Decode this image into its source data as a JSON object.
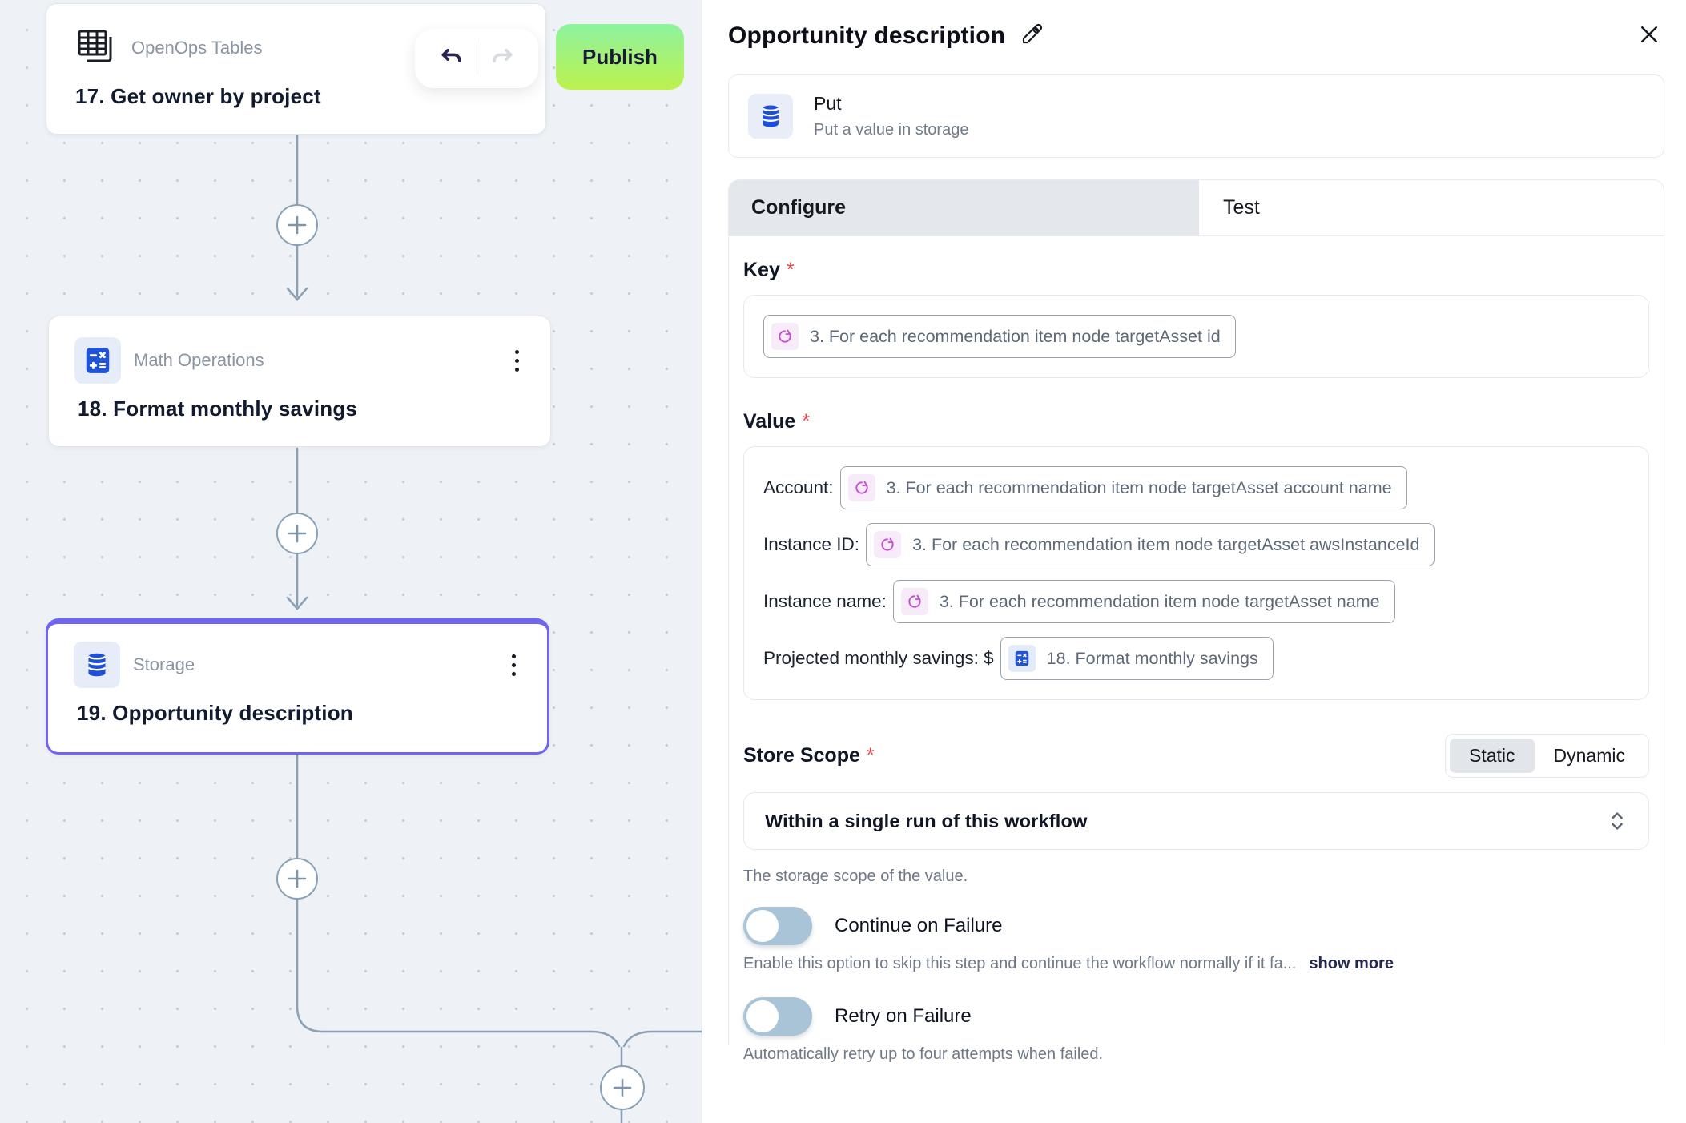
{
  "ui": {
    "required_marker": "*"
  },
  "colors": {
    "accent_selected_node": "#6f65f1",
    "publish_gradient_top": "#8df39f",
    "publish_gradient_bottom": "#bdf14e",
    "connector": "#8aa0b6",
    "app_icon_blue": "#1d4fd8",
    "loop_token_pink": "#c44fd0",
    "required_red": "#e5484d",
    "toggle_off_track": "#a9c4d6"
  },
  "canvas": {
    "toolbar": {
      "publish_label": "Publish",
      "undo_icon": "undo-icon",
      "redo_icon": "redo-icon"
    },
    "nodes": [
      {
        "app": "OpenOps Tables",
        "title": "17. Get owner by project",
        "icon": "tables-icon"
      },
      {
        "app": "Math Operations",
        "title": "18. Format monthly savings",
        "icon": "calculator-icon"
      },
      {
        "app": "Storage",
        "title": "19. Opportunity description",
        "icon": "database-icon",
        "selected": true
      }
    ]
  },
  "panel": {
    "title": "Opportunity description",
    "action": {
      "name": "Put",
      "description": "Put a value in storage",
      "icon": "database-icon"
    },
    "tabs": [
      {
        "label": "Configure",
        "active": true
      },
      {
        "label": "Test",
        "active": false
      }
    ],
    "key_field": {
      "label": "Key",
      "token": {
        "icon": "loop-icon",
        "text": "3. For each recommendation item node targetAsset id"
      }
    },
    "value_field": {
      "label": "Value",
      "rows": [
        {
          "label": "Account:",
          "token": {
            "icon": "loop-icon",
            "text": "3. For each recommendation item node targetAsset account name"
          }
        },
        {
          "label": "Instance ID:",
          "token": {
            "icon": "loop-icon",
            "text": "3. For each recommendation item node targetAsset awsInstanceId"
          }
        },
        {
          "label": "Instance name:",
          "token": {
            "icon": "loop-icon",
            "text": "3. For each recommendation item node targetAsset name"
          }
        },
        {
          "label": "Projected monthly savings: $",
          "token": {
            "icon": "calculator-icon",
            "text": "18. Format monthly savings"
          }
        }
      ]
    },
    "store_scope": {
      "label": "Store Scope",
      "options": [
        "Static",
        "Dynamic"
      ],
      "selected_option": "Static",
      "value": "Within a single run of this workflow",
      "helper": "The storage scope of the value."
    },
    "continue_on_failure": {
      "label": "Continue on Failure",
      "enabled": false,
      "helper": "Enable this option to skip this step and continue the workflow normally if it fa...",
      "show_more_label": "show more"
    },
    "retry_on_failure": {
      "label": "Retry on Failure",
      "enabled": false,
      "helper": "Automatically retry up to four attempts when failed."
    }
  }
}
